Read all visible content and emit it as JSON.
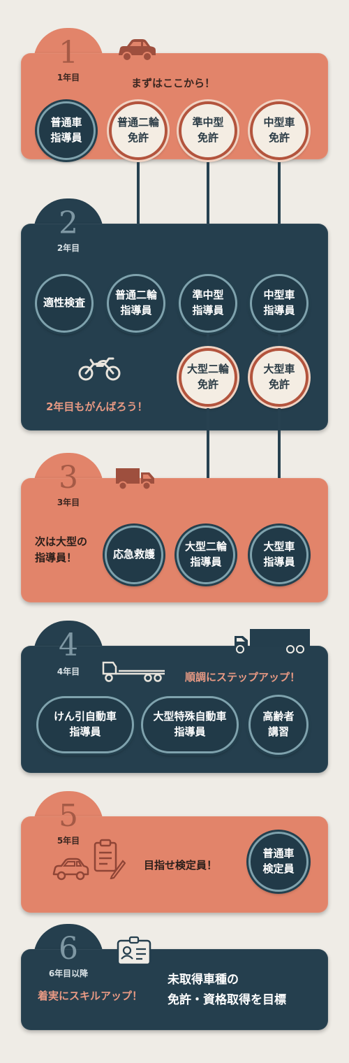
{
  "stages": [
    {
      "number": "1",
      "year": "1年目",
      "slogan": "まずはここから！",
      "items": [
        "普通車\n指導員",
        "普通二輪\n免許",
        "準中型\n免許",
        "中型車\n免許"
      ]
    },
    {
      "number": "2",
      "year": "2年目",
      "slogan": "2年目もがんばろう！",
      "items": [
        "適性検査",
        "普通二輪\n指導員",
        "準中型\n指導員",
        "中型車\n指導員"
      ],
      "sub_items": [
        "大型二輪\n免許",
        "大型車\n免許"
      ]
    },
    {
      "number": "3",
      "year": "3年目",
      "slogan": "次は大型の\n指導員！",
      "items": [
        "応急救護",
        "大型二輪\n指導員",
        "大型車\n指導員"
      ]
    },
    {
      "number": "4",
      "year": "4年目",
      "slogan": "順調にステップアップ！",
      "items": [
        "けん引自動車\n指導員",
        "大型特殊自動車\n指導員",
        "高齢者\n講習"
      ]
    },
    {
      "number": "5",
      "year": "5年目",
      "slogan": "目指せ検定員！",
      "items": [
        "普通車\n検定員"
      ]
    },
    {
      "number": "6",
      "year": "6年目以降",
      "slogan": "着実にスキルアップ！",
      "goal": "未取得車種の\n免許・資格取得を目標"
    }
  ],
  "colors": {
    "salmon": "#e2846a",
    "navy": "#253f4e",
    "accent_dark": "#a55a46",
    "cream": "#f4ede3"
  },
  "icons": [
    "car-icon",
    "motorcycle-icon",
    "truck-icon",
    "trailer-icon",
    "semi-truck-icon",
    "car-outline-icon",
    "clipboard-icon",
    "id-card-icon"
  ]
}
